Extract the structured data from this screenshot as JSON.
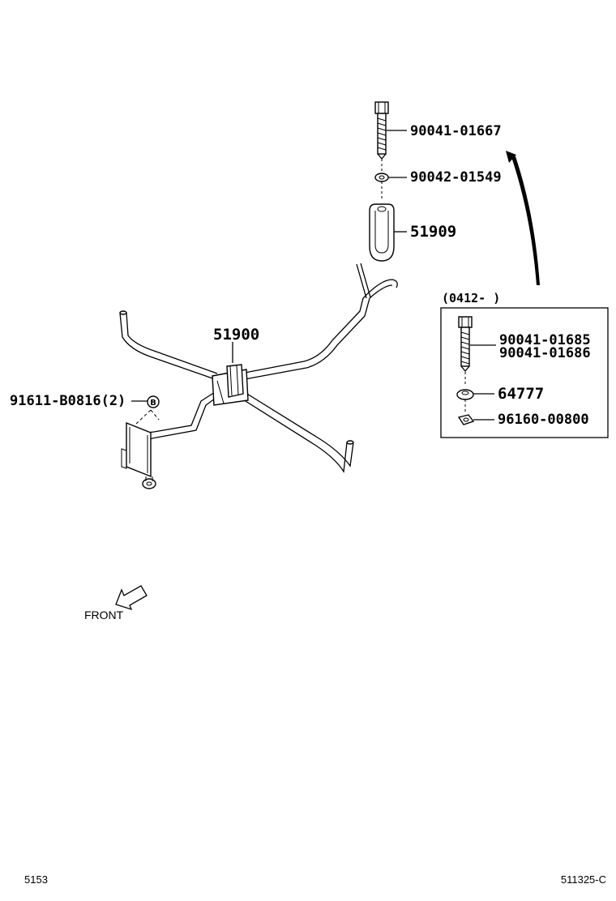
{
  "callouts": {
    "bolt_top": "90041-01667",
    "washer_top": "90042-01549",
    "u_bracket": "51909",
    "carrier": "51900",
    "bolt_b": "91611-B0816(2)",
    "ref_b": "B"
  },
  "inset": {
    "range_label": "(0412-    )",
    "bolt_1": "90041-01685",
    "bolt_2": "90041-01686",
    "collar": "64777",
    "clip": "96160-00800"
  },
  "direction": {
    "label": "FRONT"
  },
  "footer": {
    "left_code": "5153",
    "right_code": "511325-C"
  }
}
